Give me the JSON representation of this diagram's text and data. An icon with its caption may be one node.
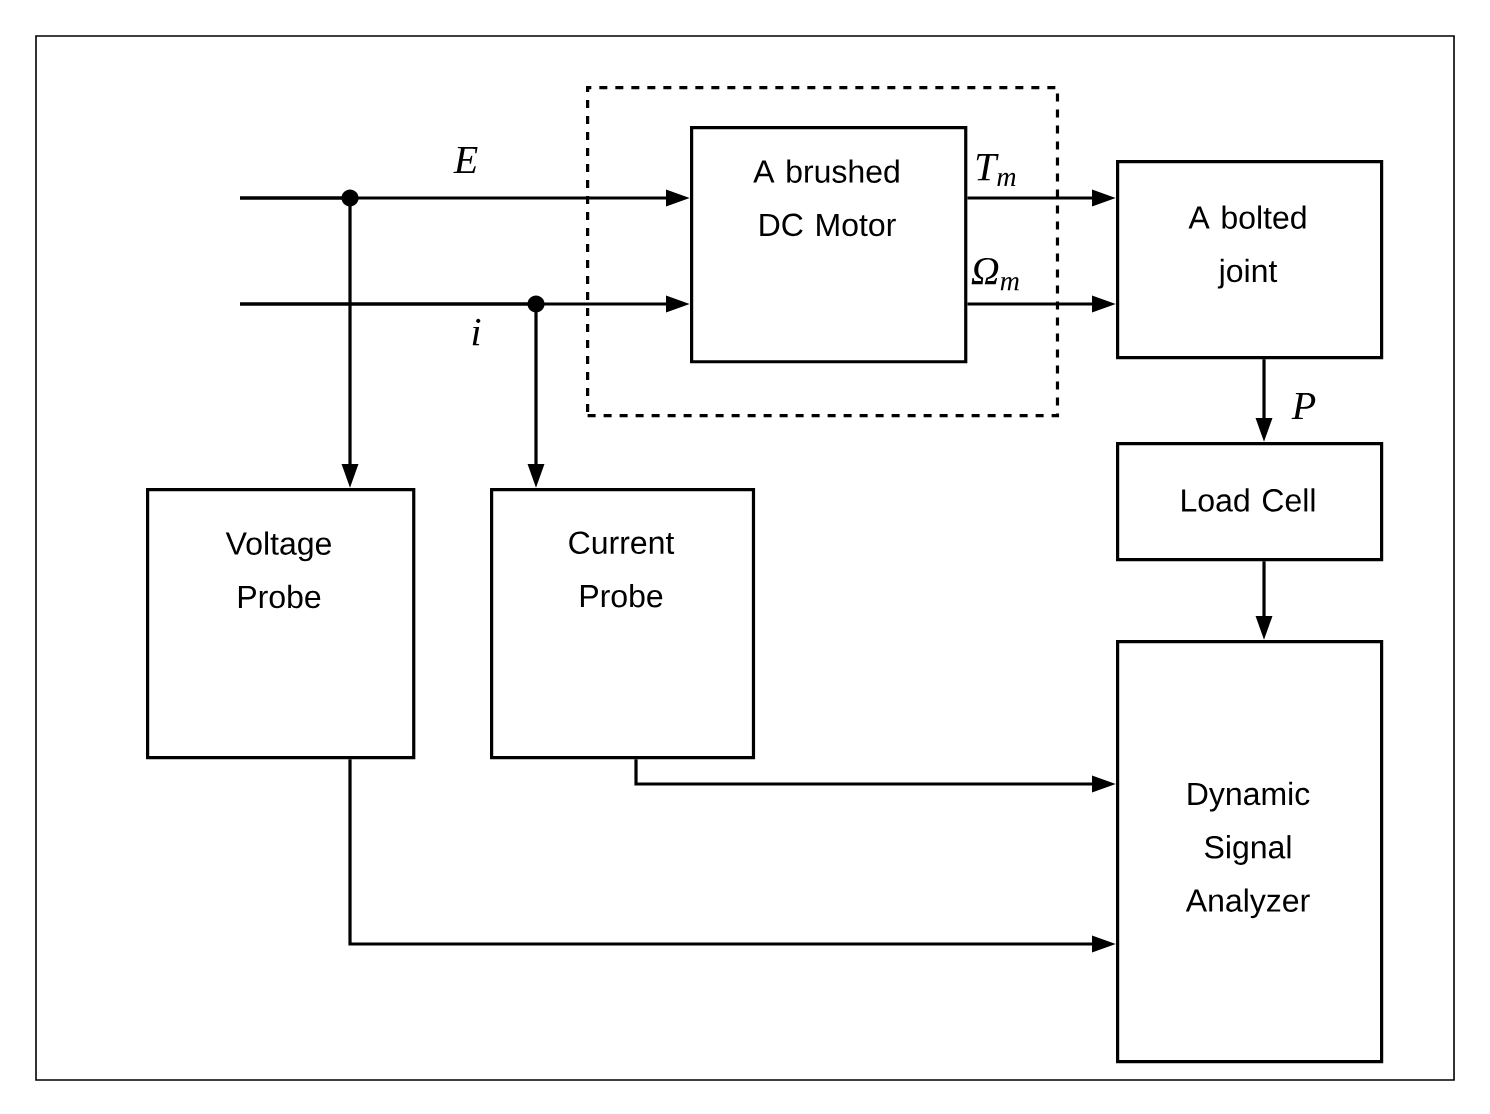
{
  "diagram": {
    "nodes": [
      {
        "text": [],
        "shape": "box"
      },
      {
        "text": [
          "A brushed DC Motor"
        ],
        "in": 0
      },
      {
        "text": [
          "A bolted joint"
        ]
      },
      {
        "text": [
          "Load Cell"
        ]
      },
      {
        "text": [
          "Voltage Probe"
        ]
      },
      {
        "text": [
          "Current Probe"
        ]
      },
      {
        "text": [
          "Dynamic Signal Analyzer"
        ]
      }
    ],
    "edges": [
      {
        "from": null,
        "to": 1,
        "arrow": "to",
        "label": "E"
      },
      {
        "from": null,
        "to": 4,
        "arrow": "to"
      },
      {
        "from": null,
        "to": 1,
        "arrow": "to",
        "label": "i"
      },
      {
        "from": null,
        "to": 5,
        "arrow": "to"
      },
      {
        "from": 1,
        "to": 2,
        "arrow": "to",
        "label": "T$_{m}$"
      },
      {
        "from": 1,
        "to": 2,
        "arrow": "to",
        "label": "Ω$_{m}$"
      },
      {
        "from": 2,
        "to": 3,
        "arrow": "to",
        "label": "P"
      },
      {
        "from": 3,
        "to": 6,
        "arrow": "to"
      },
      {
        "from": 5,
        "to": 6,
        "arrow": "to"
      },
      {
        "from": 4,
        "to": 6,
        "arrow": "to"
      }
    ]
  }
}
